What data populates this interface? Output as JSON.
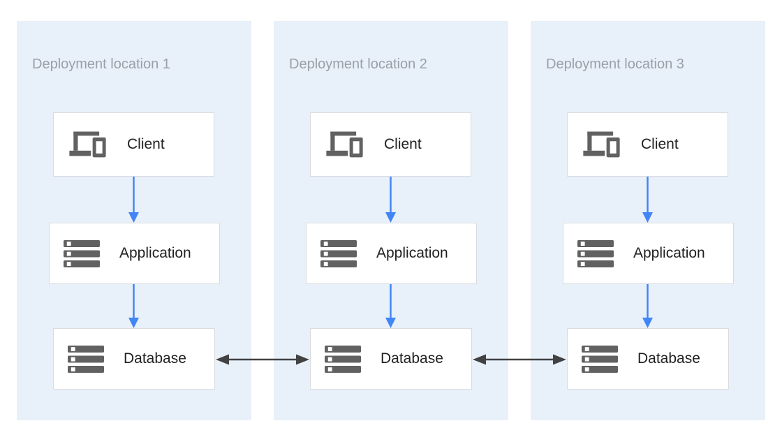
{
  "diagram": {
    "kind": "deployment-architecture-diagram",
    "panels": [
      {
        "title": "Deployment location 1",
        "nodes": [
          {
            "id": "client",
            "label": "Client",
            "icon": "devices-icon"
          },
          {
            "id": "application",
            "label": "Application",
            "icon": "server-stack-icon"
          },
          {
            "id": "database",
            "label": "Database",
            "icon": "server-stack-icon"
          }
        ]
      },
      {
        "title": "Deployment location 2",
        "nodes": [
          {
            "id": "client",
            "label": "Client",
            "icon": "devices-icon"
          },
          {
            "id": "application",
            "label": "Application",
            "icon": "server-stack-icon"
          },
          {
            "id": "database",
            "label": "Database",
            "icon": "server-stack-icon"
          }
        ]
      },
      {
        "title": "Deployment location 3",
        "nodes": [
          {
            "id": "client",
            "label": "Client",
            "icon": "devices-icon"
          },
          {
            "id": "application",
            "label": "Application",
            "icon": "server-stack-icon"
          },
          {
            "id": "database",
            "label": "Database",
            "icon": "server-stack-icon"
          }
        ]
      }
    ],
    "connections": [
      {
        "from": "client",
        "to": "application",
        "panel": 1,
        "direction": "down",
        "color": "#4285f4"
      },
      {
        "from": "application",
        "to": "database",
        "panel": 1,
        "direction": "down",
        "color": "#4285f4"
      },
      {
        "from": "client",
        "to": "application",
        "panel": 2,
        "direction": "down",
        "color": "#4285f4"
      },
      {
        "from": "application",
        "to": "database",
        "panel": 2,
        "direction": "down",
        "color": "#4285f4"
      },
      {
        "from": "client",
        "to": "application",
        "panel": 3,
        "direction": "down",
        "color": "#4285f4"
      },
      {
        "from": "application",
        "to": "database",
        "panel": 3,
        "direction": "down",
        "color": "#4285f4"
      },
      {
        "from": "database-1",
        "to": "database-2",
        "direction": "bidirectional",
        "color": "#424242"
      },
      {
        "from": "database-2",
        "to": "database-3",
        "direction": "bidirectional",
        "color": "#424242"
      }
    ],
    "colors": {
      "page_bg": "#ffffff",
      "panel_bg": "#e8f0fa",
      "node_bg": "#ffffff",
      "node_border": "#d9dbde",
      "title_text": "#9aa0a6",
      "label_text": "#212121",
      "icon_gray": "#616161",
      "flow_arrow_blue": "#4285f4",
      "replication_arrow_dark": "#424242"
    }
  }
}
